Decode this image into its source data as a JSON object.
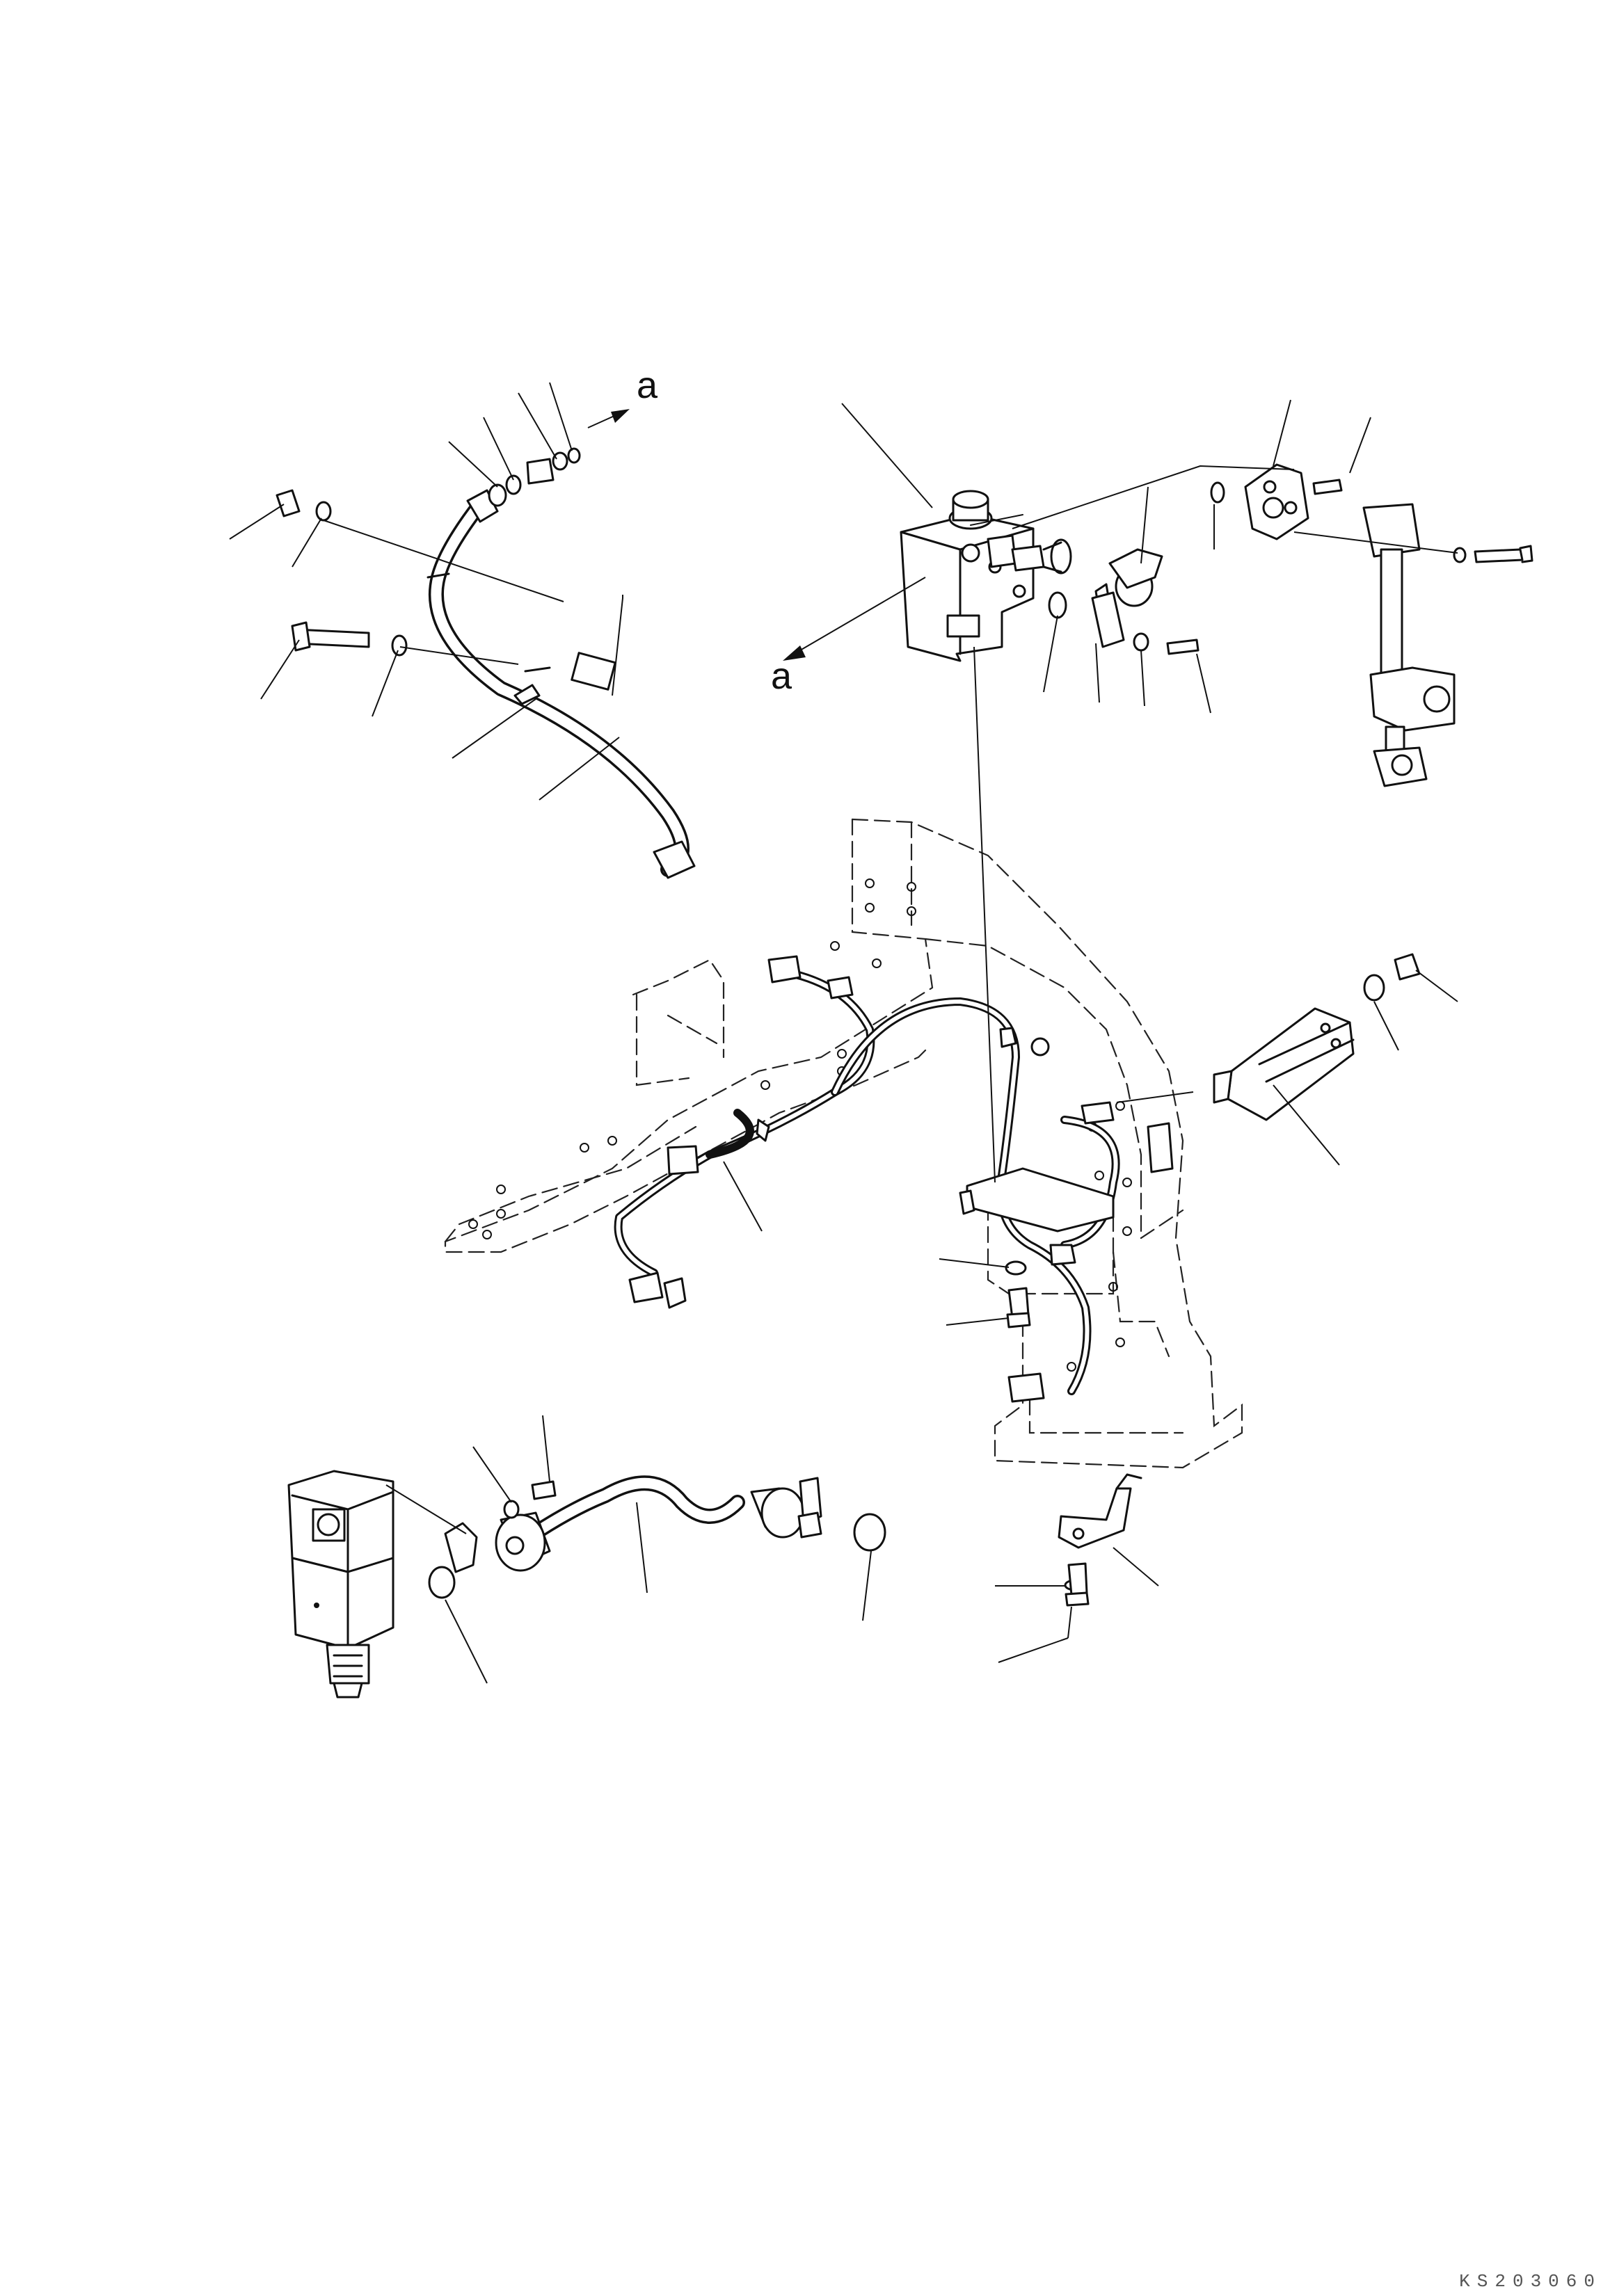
{
  "labels": {
    "ref_a_top": "a",
    "ref_a_mid": "a"
  },
  "figure_code": "KS203060",
  "colors": {
    "line": "#111111",
    "background": "#ffffff",
    "code_text": "#555555"
  }
}
